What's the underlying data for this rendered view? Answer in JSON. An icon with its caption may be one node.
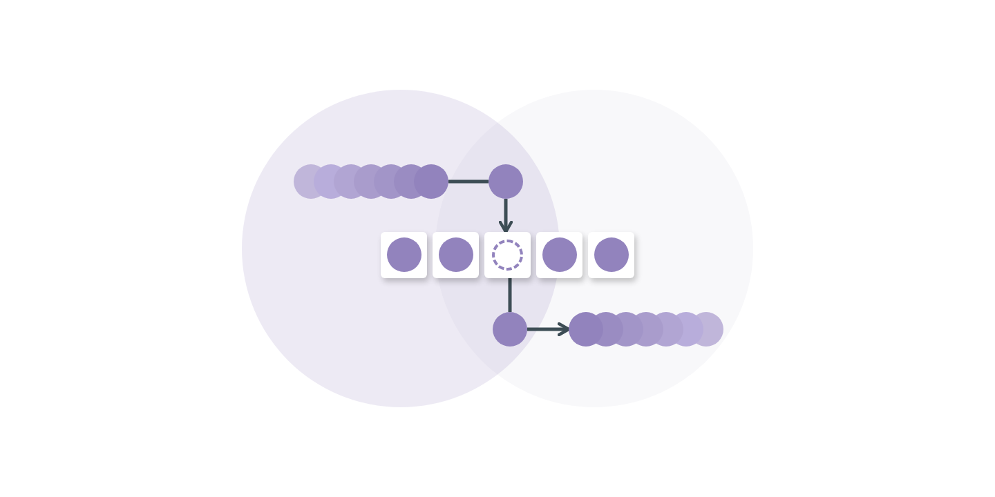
{
  "diagram": {
    "nodes": [
      {
        "text": [],
        "shape": "circle"
      },
      {
        "text": [],
        "shape": "circle"
      },
      {
        "text": [],
        "shape": "box"
      },
      {
        "text": [],
        "shape": "circle",
        "in": 2
      },
      {
        "text": [],
        "shape": "box"
      },
      {
        "text": [],
        "shape": "circle",
        "in": 4
      },
      {
        "text": [],
        "shape": "box"
      },
      {
        "text": [],
        "shape": "circle",
        "in": 6
      },
      {
        "text": [],
        "shape": "box"
      },
      {
        "text": [],
        "shape": "circle",
        "in": 8
      },
      {
        "text": [],
        "shape": "box"
      },
      {
        "text": [],
        "shape": "circle",
        "in": 10
      },
      {
        "text": [],
        "shape": "circle"
      },
      {
        "text": [],
        "shape": "circle"
      }
    ],
    "edges": [
      {
        "from": 0,
        "to": 1,
        "arrow": "none"
      },
      {
        "from": 1,
        "to": 6,
        "arrow": "to"
      },
      {
        "from": 6,
        "to": 12,
        "arrow": "none"
      },
      {
        "from": 12,
        "to": 13,
        "arrow": "to"
      }
    ]
  }
}
